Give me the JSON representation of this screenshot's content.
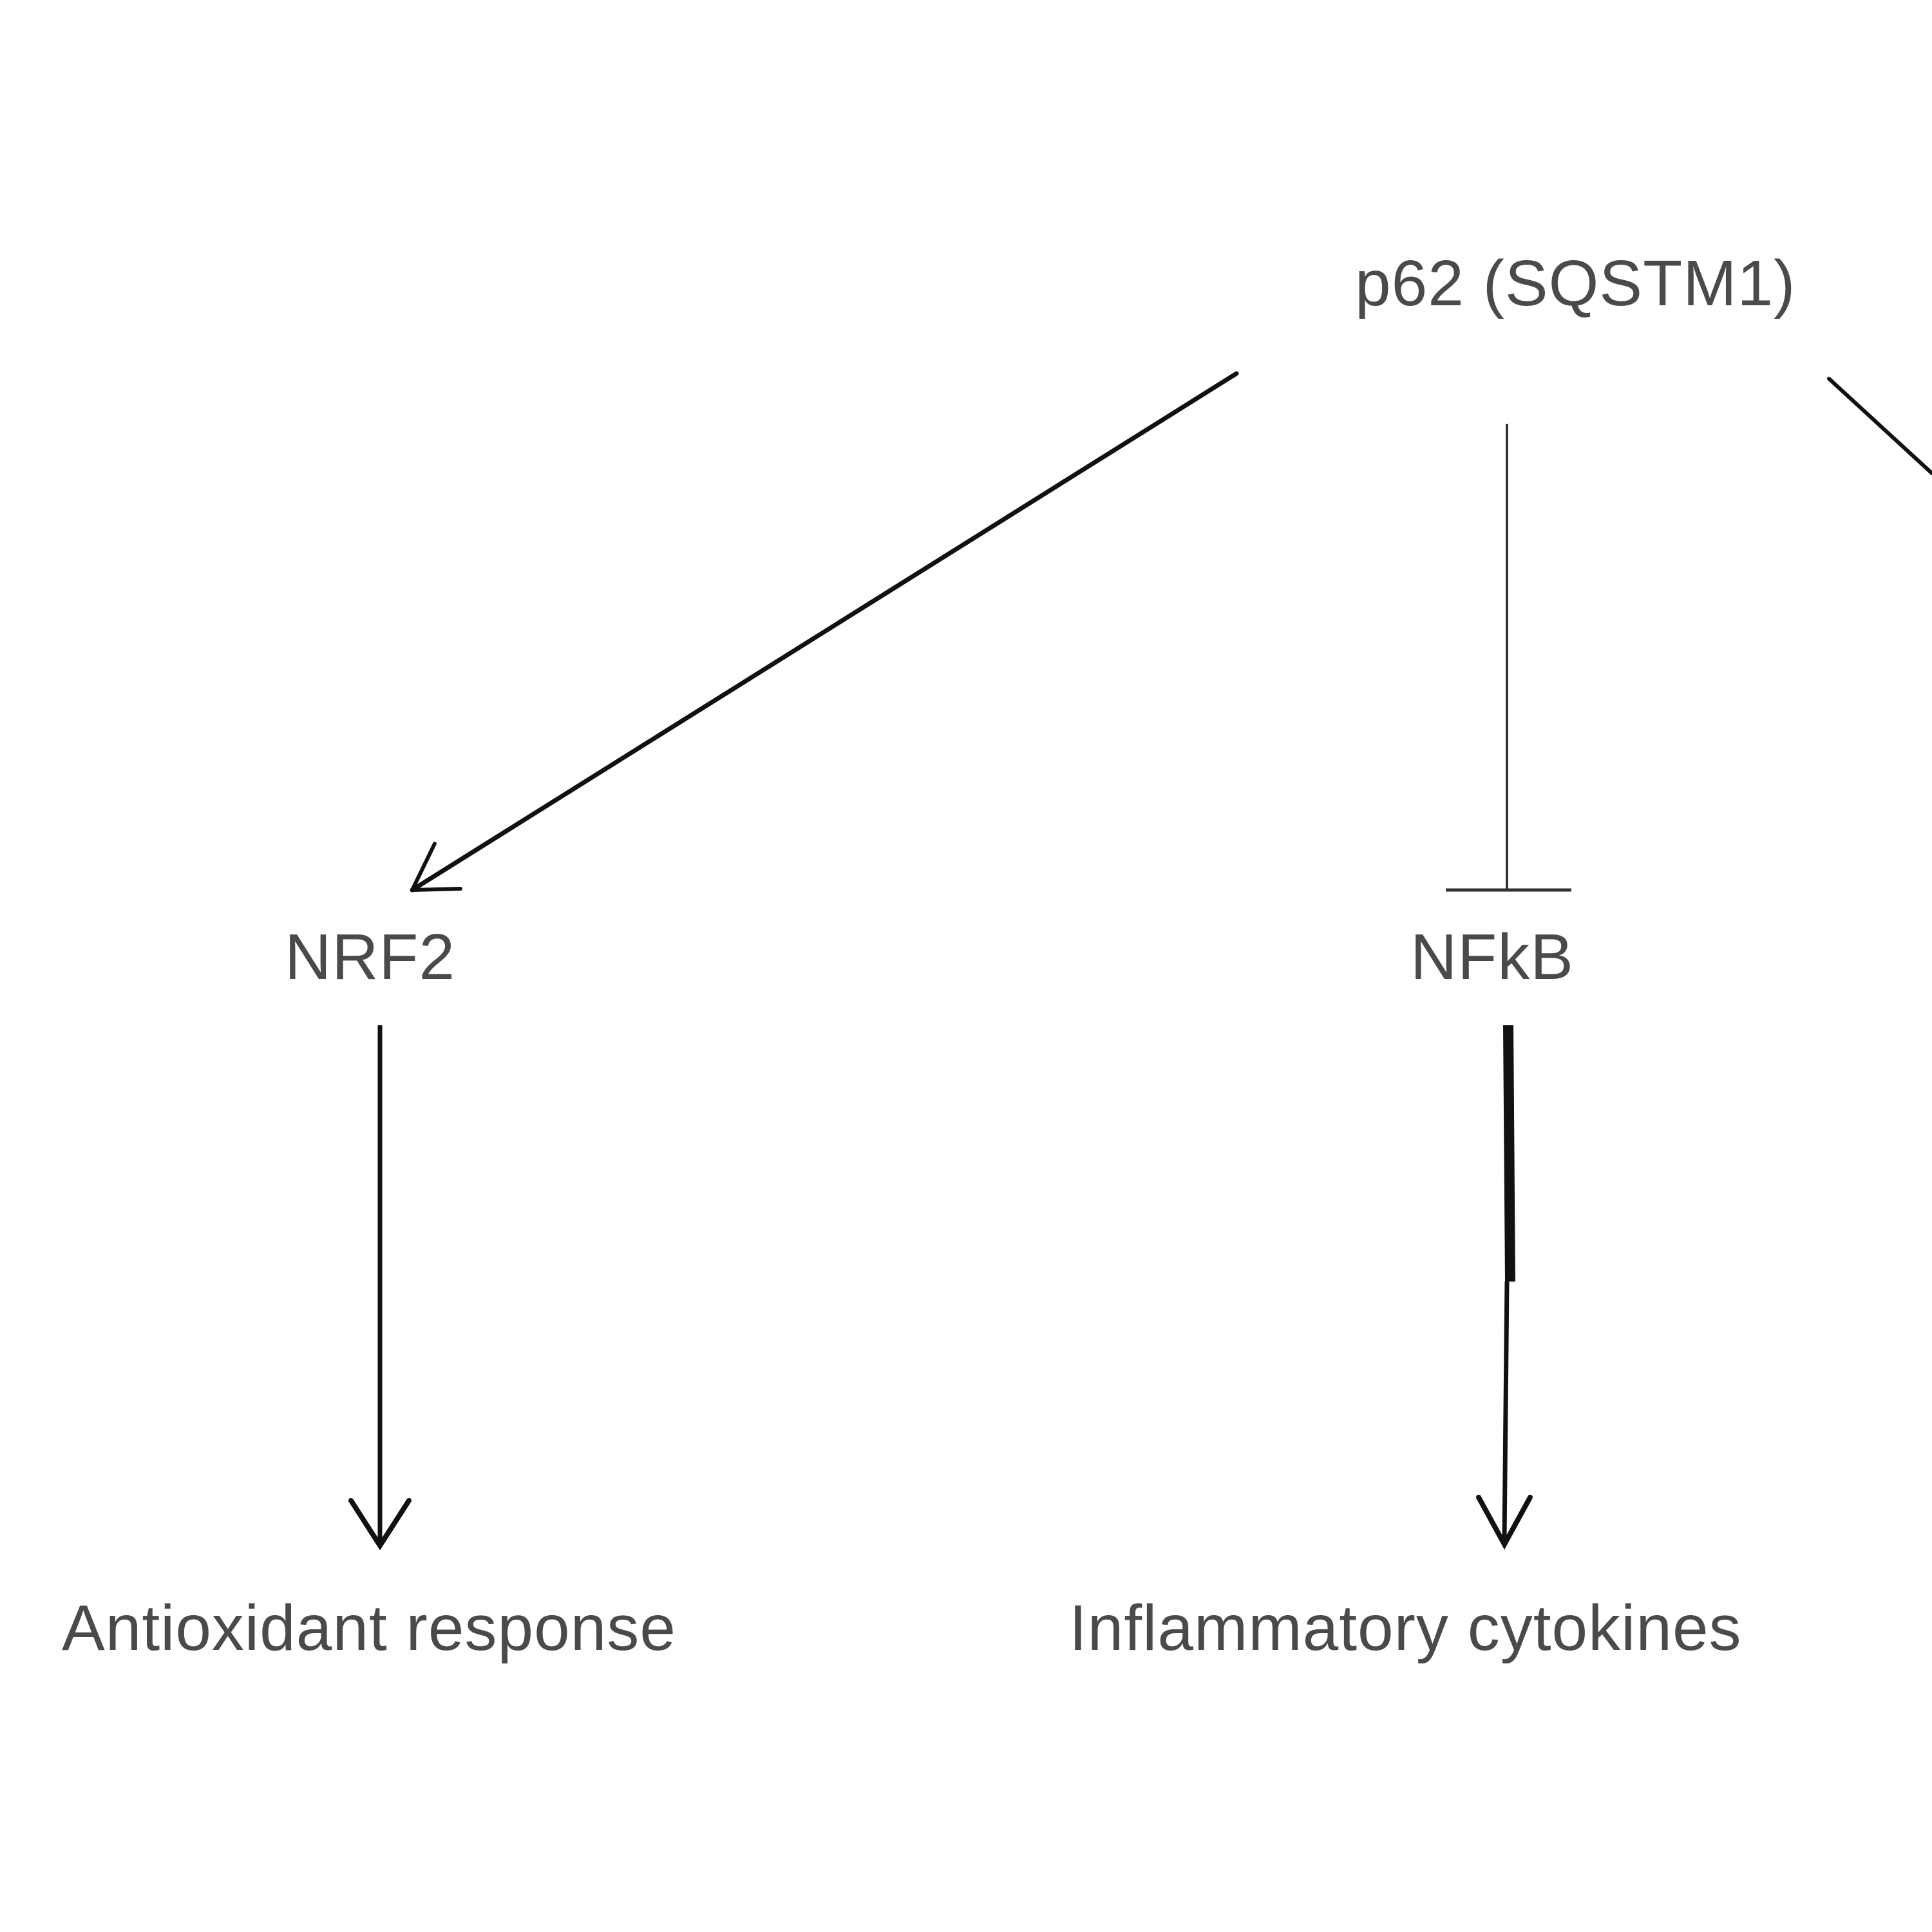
{
  "nodes": {
    "p62": "p62 (SQSTM1)",
    "nrf2": "NRF2",
    "nfkb": "NFkB",
    "antioxidant": "Antioxidant response",
    "cytokines": "Inflammatory cytokines"
  },
  "edges": [
    {
      "from": "p62",
      "to": "nrf2",
      "type": "activation"
    },
    {
      "from": "p62",
      "to": "nfkb",
      "type": "inhibition"
    },
    {
      "from": "nrf2",
      "to": "antioxidant",
      "type": "activation"
    },
    {
      "from": "nfkb",
      "to": "cytokines",
      "type": "activation"
    }
  ],
  "colors": {
    "line": "#111111",
    "text": "#4a4a4a",
    "background": "#ffffff"
  }
}
